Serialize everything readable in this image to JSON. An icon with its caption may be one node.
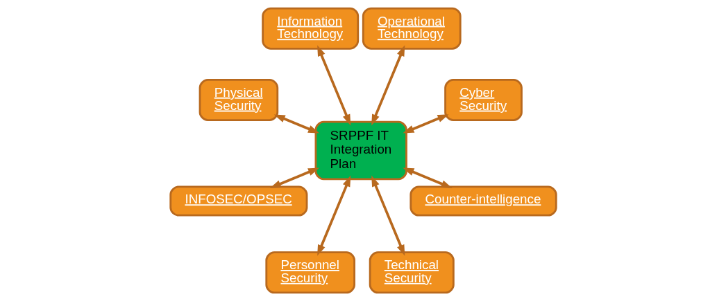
{
  "diagram": {
    "nodes": [
      {
        "text": [
          "Cyber Security"
        ]
      },
      {
        "text": [
          "Operational Technology"
        ]
      },
      {
        "text": [
          "Information Technology"
        ]
      },
      {
        "text": [
          "Physical Security"
        ]
      },
      {
        "text": [
          "INFOSEC/OPSEC"
        ]
      },
      {
        "text": [
          "Personnel Security"
        ]
      },
      {
        "text": [
          "SRPPF IT Integration Plan"
        ]
      },
      {
        "text": [
          "Technical Security"
        ]
      },
      {
        "text": [
          "Counter-intelligence"
        ]
      }
    ],
    "edges": [
      {
        "from": 6,
        "to": 0,
        "arrow": "both"
      },
      {
        "from": 6,
        "to": 1,
        "arrow": "both"
      },
      {
        "from": 6,
        "to": 2,
        "arrow": "both"
      },
      {
        "from": 6,
        "to": 3,
        "arrow": "both"
      },
      {
        "from": 6,
        "to": 4,
        "arrow": "both"
      },
      {
        "from": 6,
        "to": 5,
        "arrow": "both"
      },
      {
        "from": 6,
        "to": 7,
        "arrow": "both"
      },
      {
        "from": 6,
        "to": 8,
        "arrow": "both"
      }
    ]
  }
}
